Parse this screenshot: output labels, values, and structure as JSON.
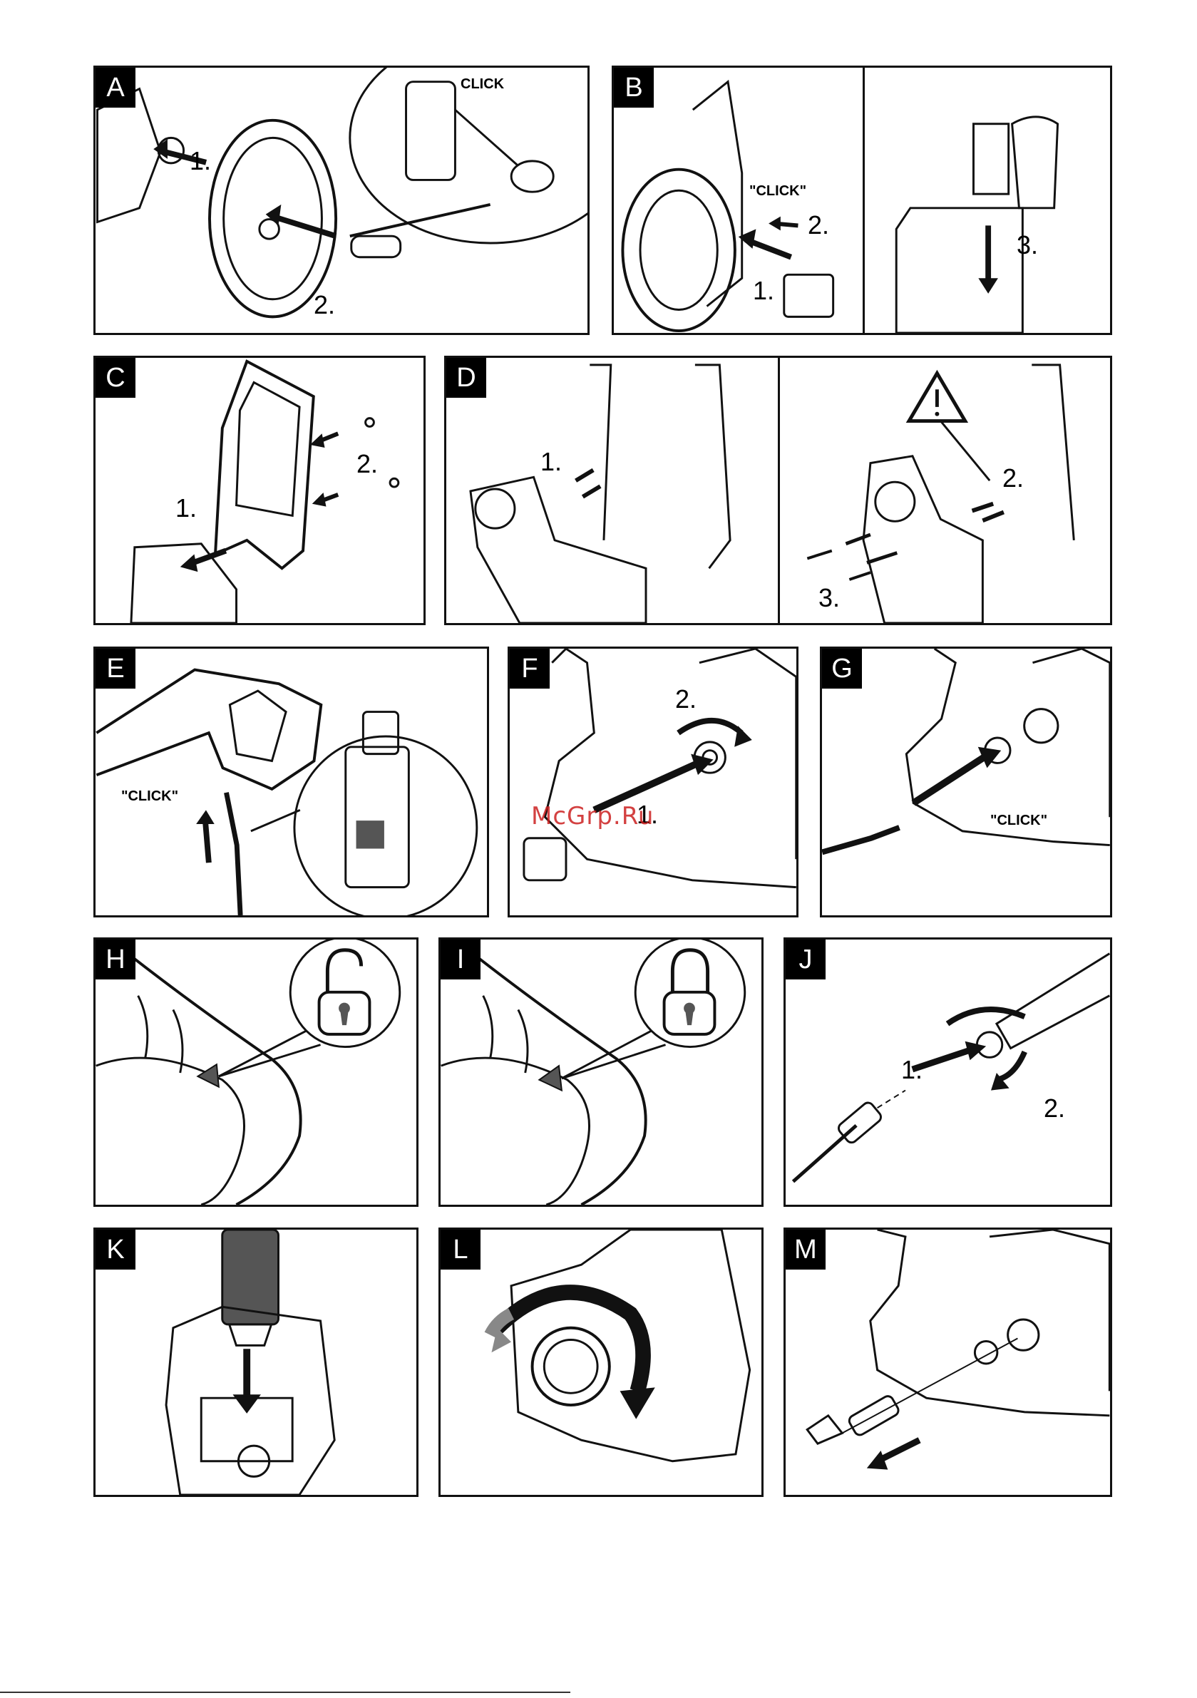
{
  "panels": {
    "A": {
      "letter": "A",
      "step1": "1.",
      "step2": "2.",
      "click": "CLICK"
    },
    "B": {
      "letter": "B",
      "click": "\"CLICK\"",
      "step1": "1.",
      "step2": "2.",
      "step3": "3."
    },
    "C": {
      "letter": "C",
      "step1": "1.",
      "step2": "2."
    },
    "D": {
      "letter": "D",
      "step1": "1.",
      "step2": "2.",
      "step3": "3."
    },
    "E": {
      "letter": "E",
      "click": "\"CLICK\""
    },
    "F": {
      "letter": "F",
      "step1": "1.",
      "step2": "2."
    },
    "G": {
      "letter": "G",
      "click": "\"CLICK\""
    },
    "H": {
      "letter": "H"
    },
    "I": {
      "letter": "I"
    },
    "J": {
      "letter": "J",
      "step1": "1.",
      "step2": "2."
    },
    "K": {
      "letter": "K"
    },
    "L": {
      "letter": "L"
    },
    "M": {
      "letter": "M"
    }
  },
  "watermark": "McGrp.Ru",
  "colors": {
    "line": "#111111",
    "accent_red": "#cc2020",
    "shade": "#555555"
  }
}
